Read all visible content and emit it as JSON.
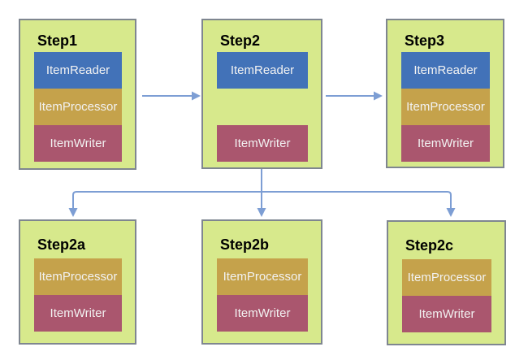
{
  "colors": {
    "canvas_bg": "#ffffff",
    "step_fill": "#d7e98c",
    "step_border": "#7f8690",
    "reader_fill": "#4272b8",
    "processor_fill": "#c5a24b",
    "writer_fill": "#aa566e",
    "component_text": "#f2f2f2",
    "title_text": "#000000",
    "arrow": "#7d9ed4"
  },
  "steps": [
    {
      "label": "Step1",
      "components": [
        "ItemReader",
        "ItemProcessor",
        "ItemWriter"
      ]
    },
    {
      "label": "Step2",
      "components": [
        "ItemReader",
        "ItemWriter"
      ]
    },
    {
      "label": "Step3",
      "components": [
        "ItemReader",
        "ItemProcessor",
        "ItemWriter"
      ]
    },
    {
      "label": "Step2a",
      "components": [
        "ItemProcessor",
        "ItemWriter"
      ]
    },
    {
      "label": "Step2b",
      "components": [
        "ItemProcessor",
        "ItemWriter"
      ]
    },
    {
      "label": "Step2c",
      "components": [
        "ItemProcessor",
        "ItemWriter"
      ]
    }
  ],
  "connections": [
    {
      "from": "Step1",
      "to": "Step2"
    },
    {
      "from": "Step2",
      "to": "Step3"
    },
    {
      "from": "Step2",
      "to": "Step2a"
    },
    {
      "from": "Step2",
      "to": "Step2b"
    },
    {
      "from": "Step2",
      "to": "Step2c"
    }
  ]
}
